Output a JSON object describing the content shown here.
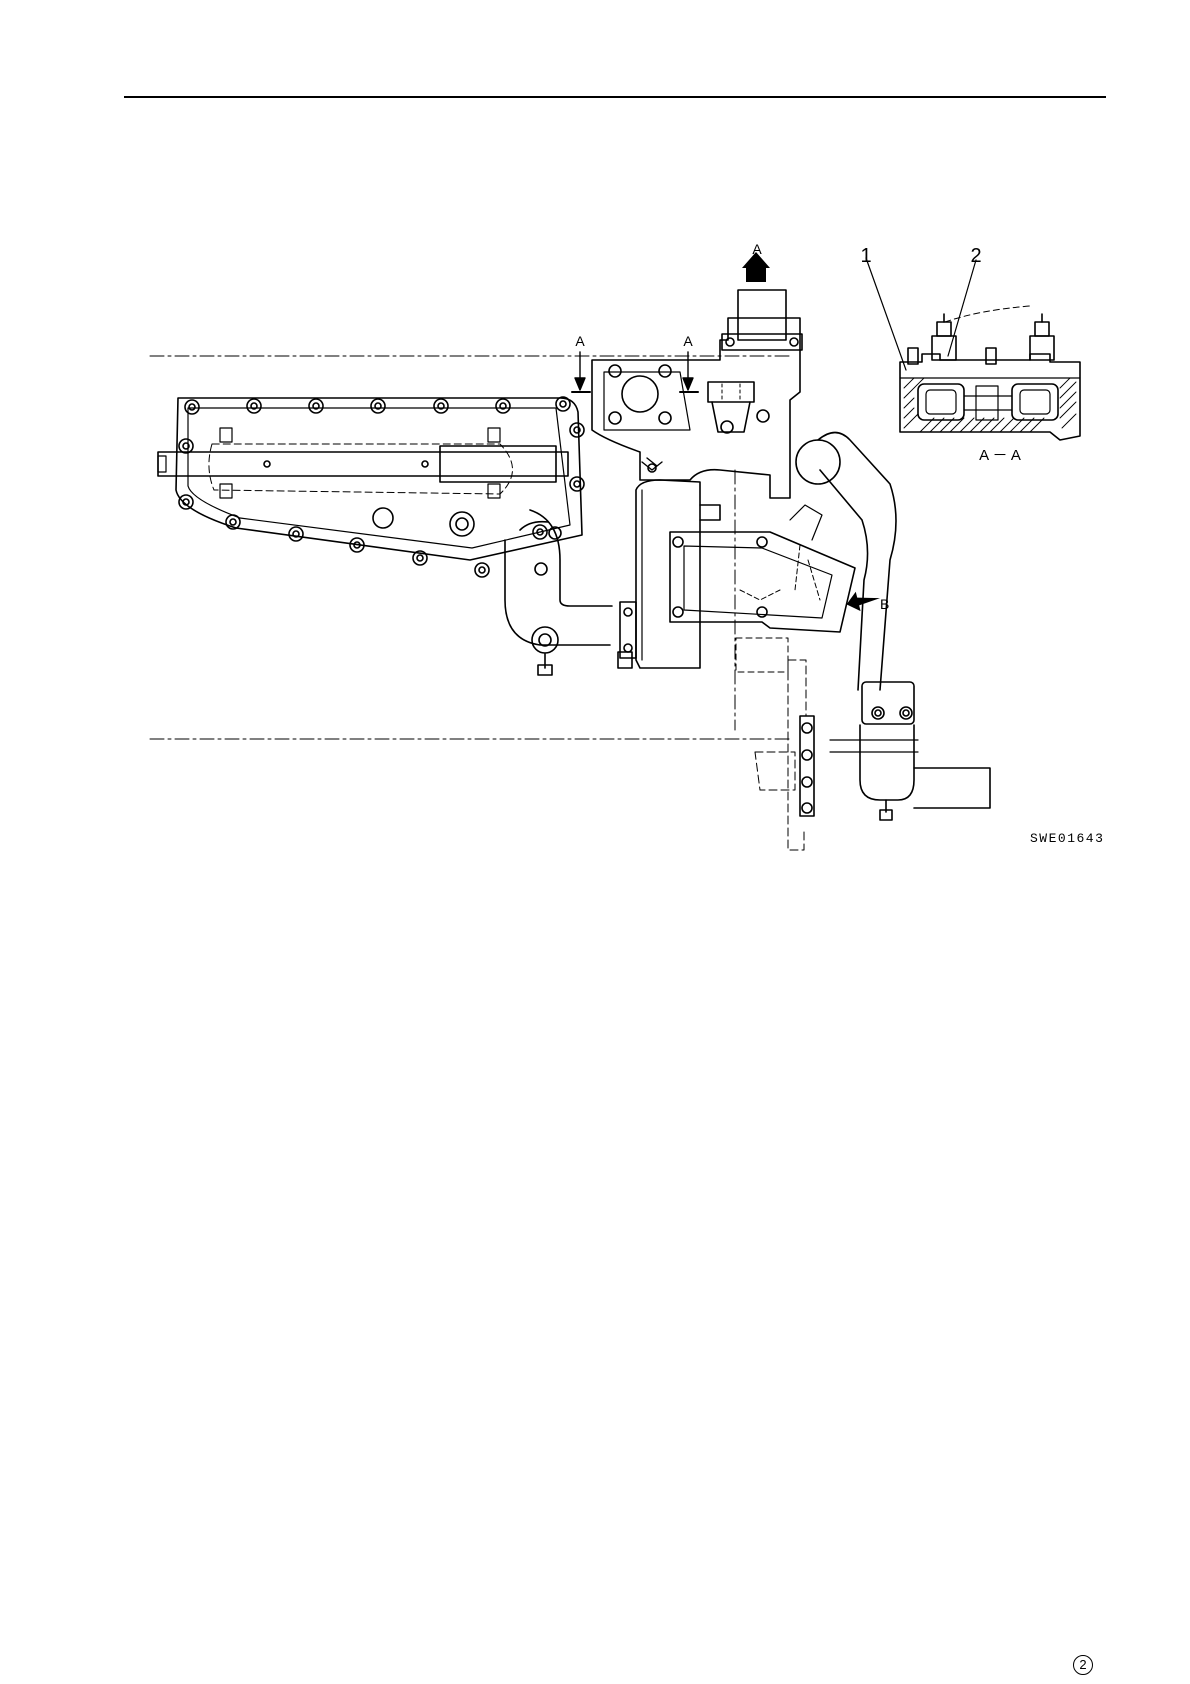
{
  "figure": {
    "code": "SWE01643",
    "view_arrow_a": "A",
    "view_arrow_b": "B",
    "section_mark_left": "A",
    "section_mark_right": "A",
    "section_view_label": "A － A",
    "callouts": [
      "1",
      "2"
    ]
  },
  "footer": {
    "revision_mark": "2"
  }
}
